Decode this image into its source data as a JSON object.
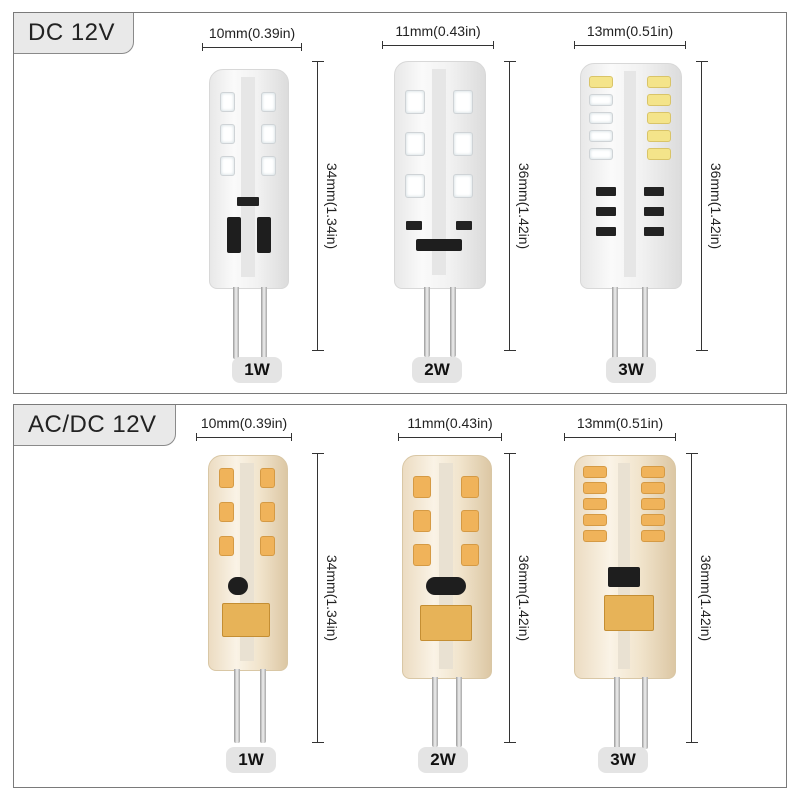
{
  "panels": [
    {
      "label": "DC 12V",
      "bulbs": [
        {
          "width": "10mm(0.39in)",
          "height": "34mm(1.34in)",
          "power": "1W"
        },
        {
          "width": "11mm(0.43in)",
          "height": "36mm(1.42in)",
          "power": "2W"
        },
        {
          "width": "13mm(0.51in)",
          "height": "36mm(1.42in)",
          "power": "3W"
        }
      ]
    },
    {
      "label": "AC/DC 12V",
      "bulbs": [
        {
          "width": "10mm(0.39in)",
          "height": "34mm(1.34in)",
          "power": "1W"
        },
        {
          "width": "11mm(0.43in)",
          "height": "36mm(1.42in)",
          "power": "2W"
        },
        {
          "width": "13mm(0.51in)",
          "height": "36mm(1.42in)",
          "power": "3W"
        }
      ]
    }
  ],
  "colors": {
    "cool_led": "#ffffff",
    "warm_led": "#f0b35a",
    "badge": "#e4e4e4",
    "tag": "#e9e9e9"
  }
}
